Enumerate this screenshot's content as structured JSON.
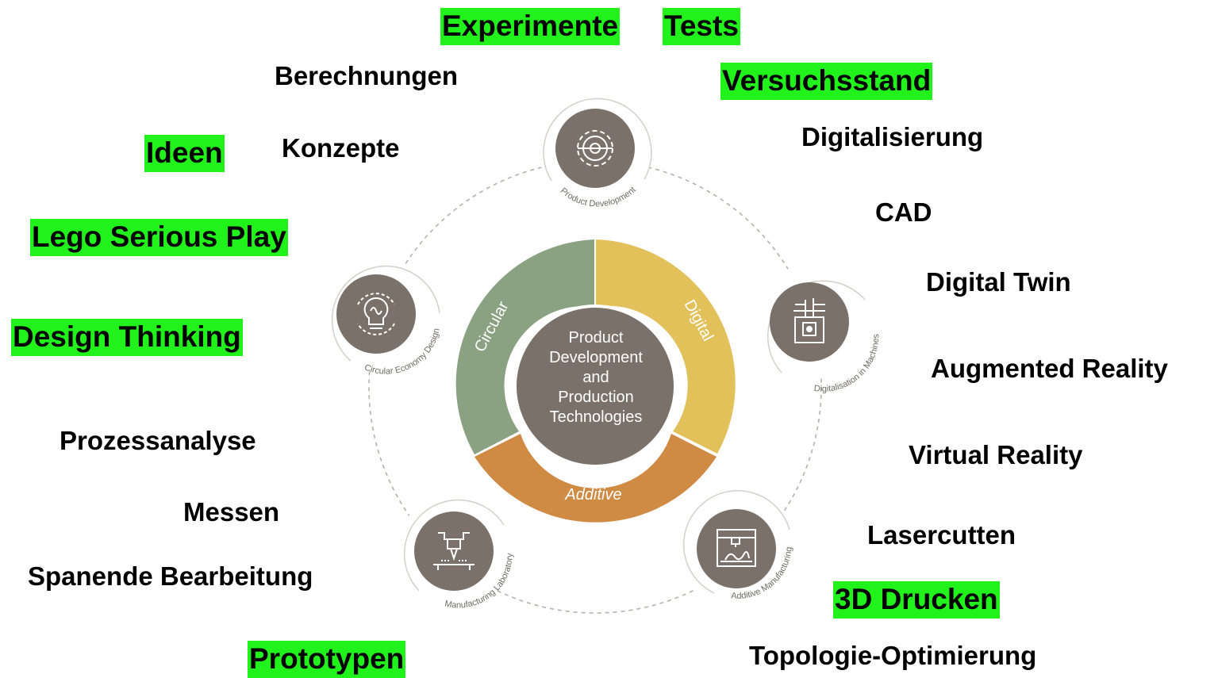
{
  "diagram": {
    "center_lines": [
      "Product",
      "Development",
      "and",
      "Production",
      "Technologies"
    ],
    "segments": {
      "circular": {
        "label": "Circular",
        "color": "#8aa182"
      },
      "digital": {
        "label": "Digital",
        "color": "#e2c15a"
      },
      "additive": {
        "label": "Additive",
        "color": "#cf8a44"
      }
    },
    "hub_color": "#7a726a",
    "nodes": {
      "product_development": {
        "label": "Product Development",
        "icon": "gear-pencil-icon"
      },
      "circular_economy": {
        "label": "Circular Economy Design",
        "icon": "lightbulb-recycle-icon"
      },
      "digitalisation": {
        "label": "Digitalisation in Machines",
        "icon": "circuit-machine-icon"
      },
      "manufacturing_lab": {
        "label": "Manufacturing Laboratory",
        "icon": "milling-tool-icon"
      },
      "additive_manufacturing": {
        "label": "Additive Manufacturing",
        "icon": "3d-printer-icon"
      }
    }
  },
  "highlight_color": "#22f21b",
  "keywords": {
    "experimente": "Experimente",
    "tests": "Tests",
    "berechnungen": "Berechnungen",
    "versuchsstand": "Versuchsstand",
    "ideen": "Ideen",
    "konzepte": "Konzepte",
    "digitalisierung": "Digitalisierung",
    "lego": "Lego Serious Play",
    "cad": "CAD",
    "digital_twin": "Digital Twin",
    "design_thinking": "Design Thinking",
    "augmented_reality": "Augmented Reality",
    "prozessanalyse": "Prozessanalyse",
    "virtual_reality": "Virtual Reality",
    "messen": "Messen",
    "lasercutten": "Lasercutten",
    "spanende": "Spanende Bearbeitung",
    "drucken": "3D Drucken",
    "prototypen": "Prototypen",
    "topologie": "Topologie-Optimierung"
  }
}
